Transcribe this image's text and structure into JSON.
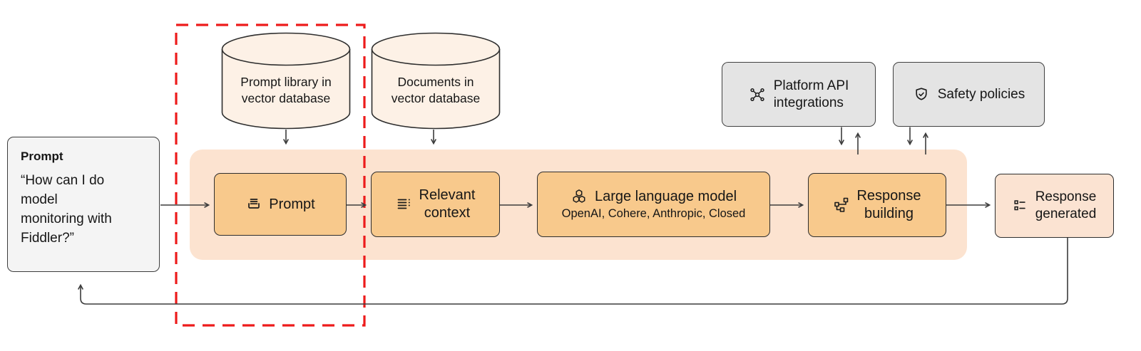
{
  "colors": {
    "band": "#fce3d0",
    "node_orange": "#f8c98c",
    "node_peach": "#fbe3d2",
    "cylinder_fill": "#fdf1e6",
    "node_gray": "#e4e4e4",
    "input_gray": "#f4f4f4",
    "arrow": "#3c3c3c",
    "highlight_red": "#ed1b1b"
  },
  "input_box": {
    "title": "Prompt",
    "quote": "“How can I do\nmodel\nmonitoring with\nFiddler?”"
  },
  "databases": {
    "prompt_library": {
      "label": "Prompt library in\nvector database"
    },
    "documents": {
      "label": "Documents in\nvector database"
    }
  },
  "pipeline": {
    "prompt": {
      "label": "Prompt",
      "icon": "prompt-lines-icon"
    },
    "relevant_context": {
      "label": "Relevant\ncontext",
      "icon": "list-ellipsis-icon"
    },
    "llm": {
      "label": "Large language model",
      "sublabel": "OpenAI, Cohere, Anthropic, Closed",
      "icon": "cubes-icon"
    },
    "response_building": {
      "label": "Response\nbuilding",
      "icon": "workflow-nodes-icon"
    }
  },
  "services": {
    "platform_api": {
      "label": "Platform API\nintegrations",
      "icon": "network-nodes-icon"
    },
    "safety": {
      "label": "Safety policies",
      "icon": "shield-check-icon"
    }
  },
  "output_box": {
    "label": "Response\ngenerated",
    "icon": "checklist-icon"
  }
}
